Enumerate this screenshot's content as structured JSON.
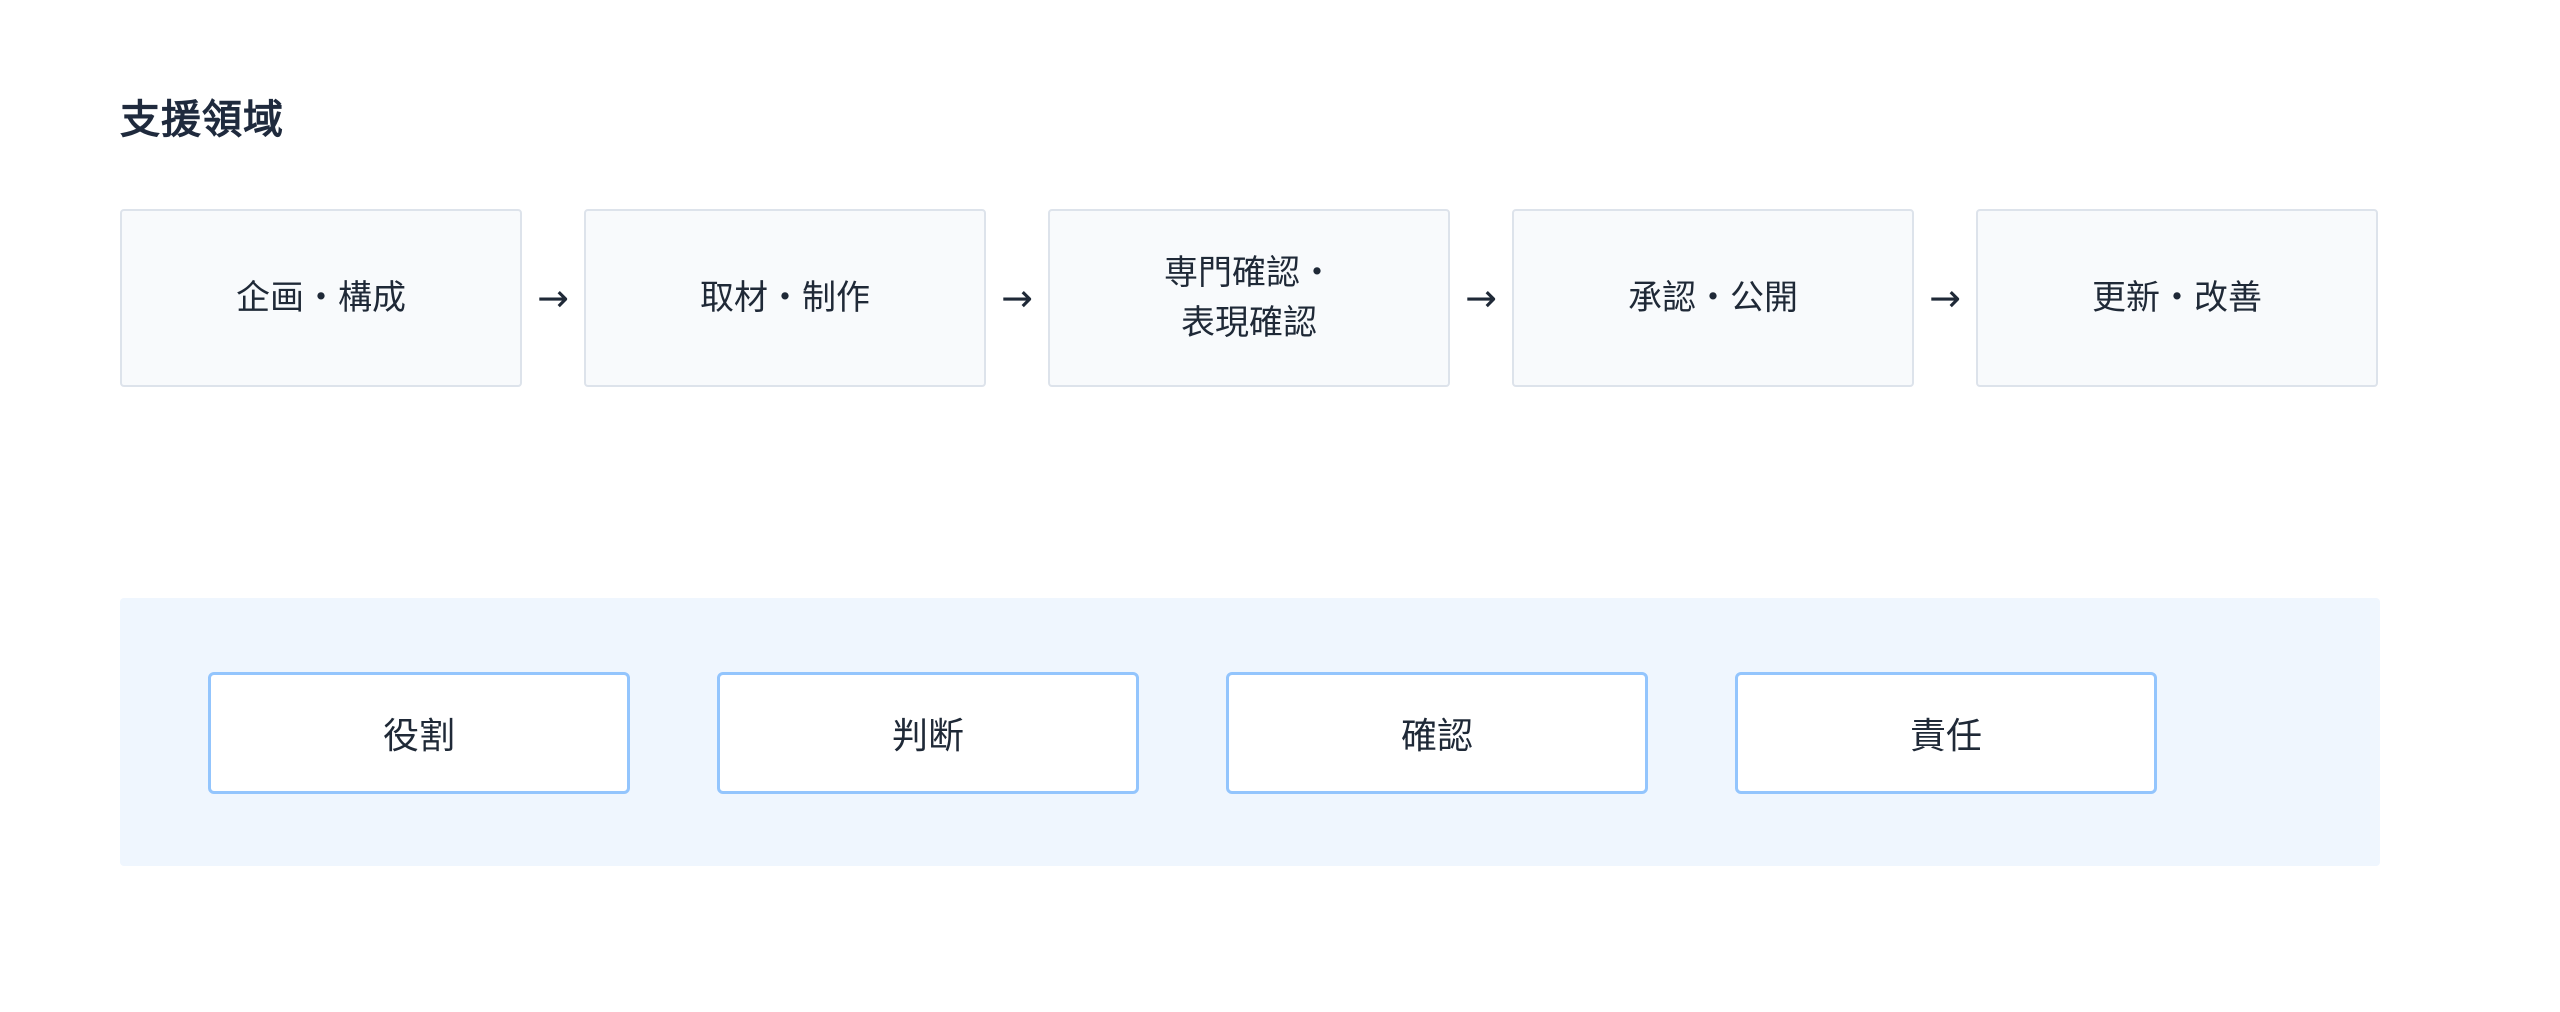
{
  "section": {
    "title": "支援領域"
  },
  "flow": {
    "steps": [
      {
        "label": "企画・構成"
      },
      {
        "label": "取材・制作"
      },
      {
        "label": "専門確認・\n表現確認"
      },
      {
        "label": "承認・公開"
      },
      {
        "label": "更新・改善"
      }
    ],
    "arrow": "→"
  },
  "roles": {
    "items": [
      {
        "label": "役割"
      },
      {
        "label": "判断"
      },
      {
        "label": "確認"
      },
      {
        "label": "責任"
      }
    ]
  },
  "colors": {
    "step_background": "#f8fafc",
    "step_border": "#dde3eb",
    "panel_background": "#eff6fe",
    "role_border": "#93c5fd",
    "text": "#1f2937"
  }
}
